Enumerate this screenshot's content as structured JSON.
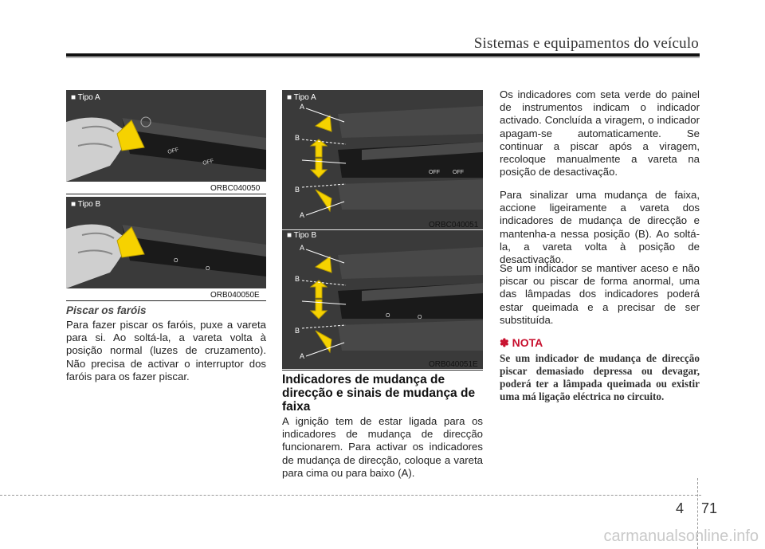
{
  "header": {
    "title": "Sistemas e equipamentos do veículo"
  },
  "figures": {
    "fig1": {
      "caption": "■ Tipo A",
      "code": "ORBC040050",
      "lever_labels": [
        "OFF",
        "OFF"
      ]
    },
    "fig2": {
      "caption": "■ Tipo B",
      "code": "ORB040050E",
      "lever_labels": [
        "O",
        "O"
      ]
    },
    "fig3": {
      "caption": "■ Tipo A",
      "code": "ORBC040051",
      "markers": [
        "A",
        "B",
        "B",
        "A"
      ],
      "lever_labels": [
        "OFF",
        "OFF"
      ]
    },
    "fig4": {
      "caption": "■ Tipo B",
      "code": "ORB040051E",
      "markers": [
        "A",
        "B",
        "B",
        "A"
      ],
      "lever_labels": [
        "O",
        "O"
      ]
    }
  },
  "section1": {
    "title": "Piscar os faróis",
    "body": "Para fazer piscar os faróis, puxe a vareta para si. Ao soltá-la, a vareta volta à posição normal (luzes de cruzamento). Não precisa de activar o interruptor dos faróis para os fazer piscar."
  },
  "section2": {
    "title": "Indicadores de mudança de direcção e sinais de mudança de faixa",
    "body": "A ignição tem de estar ligada para os indicadores de mudança de direcção funcionarem. Para activar os indicadores de mudança de direcção, coloque a vareta para cima ou para baixo (A)."
  },
  "column3": {
    "p1": "Os indicadores com seta verde do painel de instrumentos indicam o indicador activado. Concluída a viragem, o indicador apagam-se automaticamente. Se continuar a piscar após a viragem, recoloque manualmente a vareta na posição de desactivação.",
    "p2": "Para sinalizar uma mudança de faixa, accione ligeiramente a vareta dos indicadores de mudança de direcção e mantenha-a nessa posição (B). Ao soltá-la, a vareta volta à posição de desactivação.",
    "p3": "Se um indicador se mantiver aceso e não piscar ou piscar de forma anormal, uma das lâmpadas dos indicadores poderá estar queimada e a precisar de ser substituída."
  },
  "nota": {
    "symbol": "✽",
    "title": "NOTA",
    "body": "Se um indicador de mudança de direcção piscar demasiado depressa ou devagar, poderá ter a lâmpada queimada ou existir uma má ligação eléctrica no circuito."
  },
  "footer": {
    "chapter": "4",
    "page": "71"
  },
  "watermark": "carmanualsonline.info",
  "colors": {
    "arrow_yellow": "#f6d200",
    "arrow_green": "#f0c000",
    "nota_red": "#c8102e"
  }
}
